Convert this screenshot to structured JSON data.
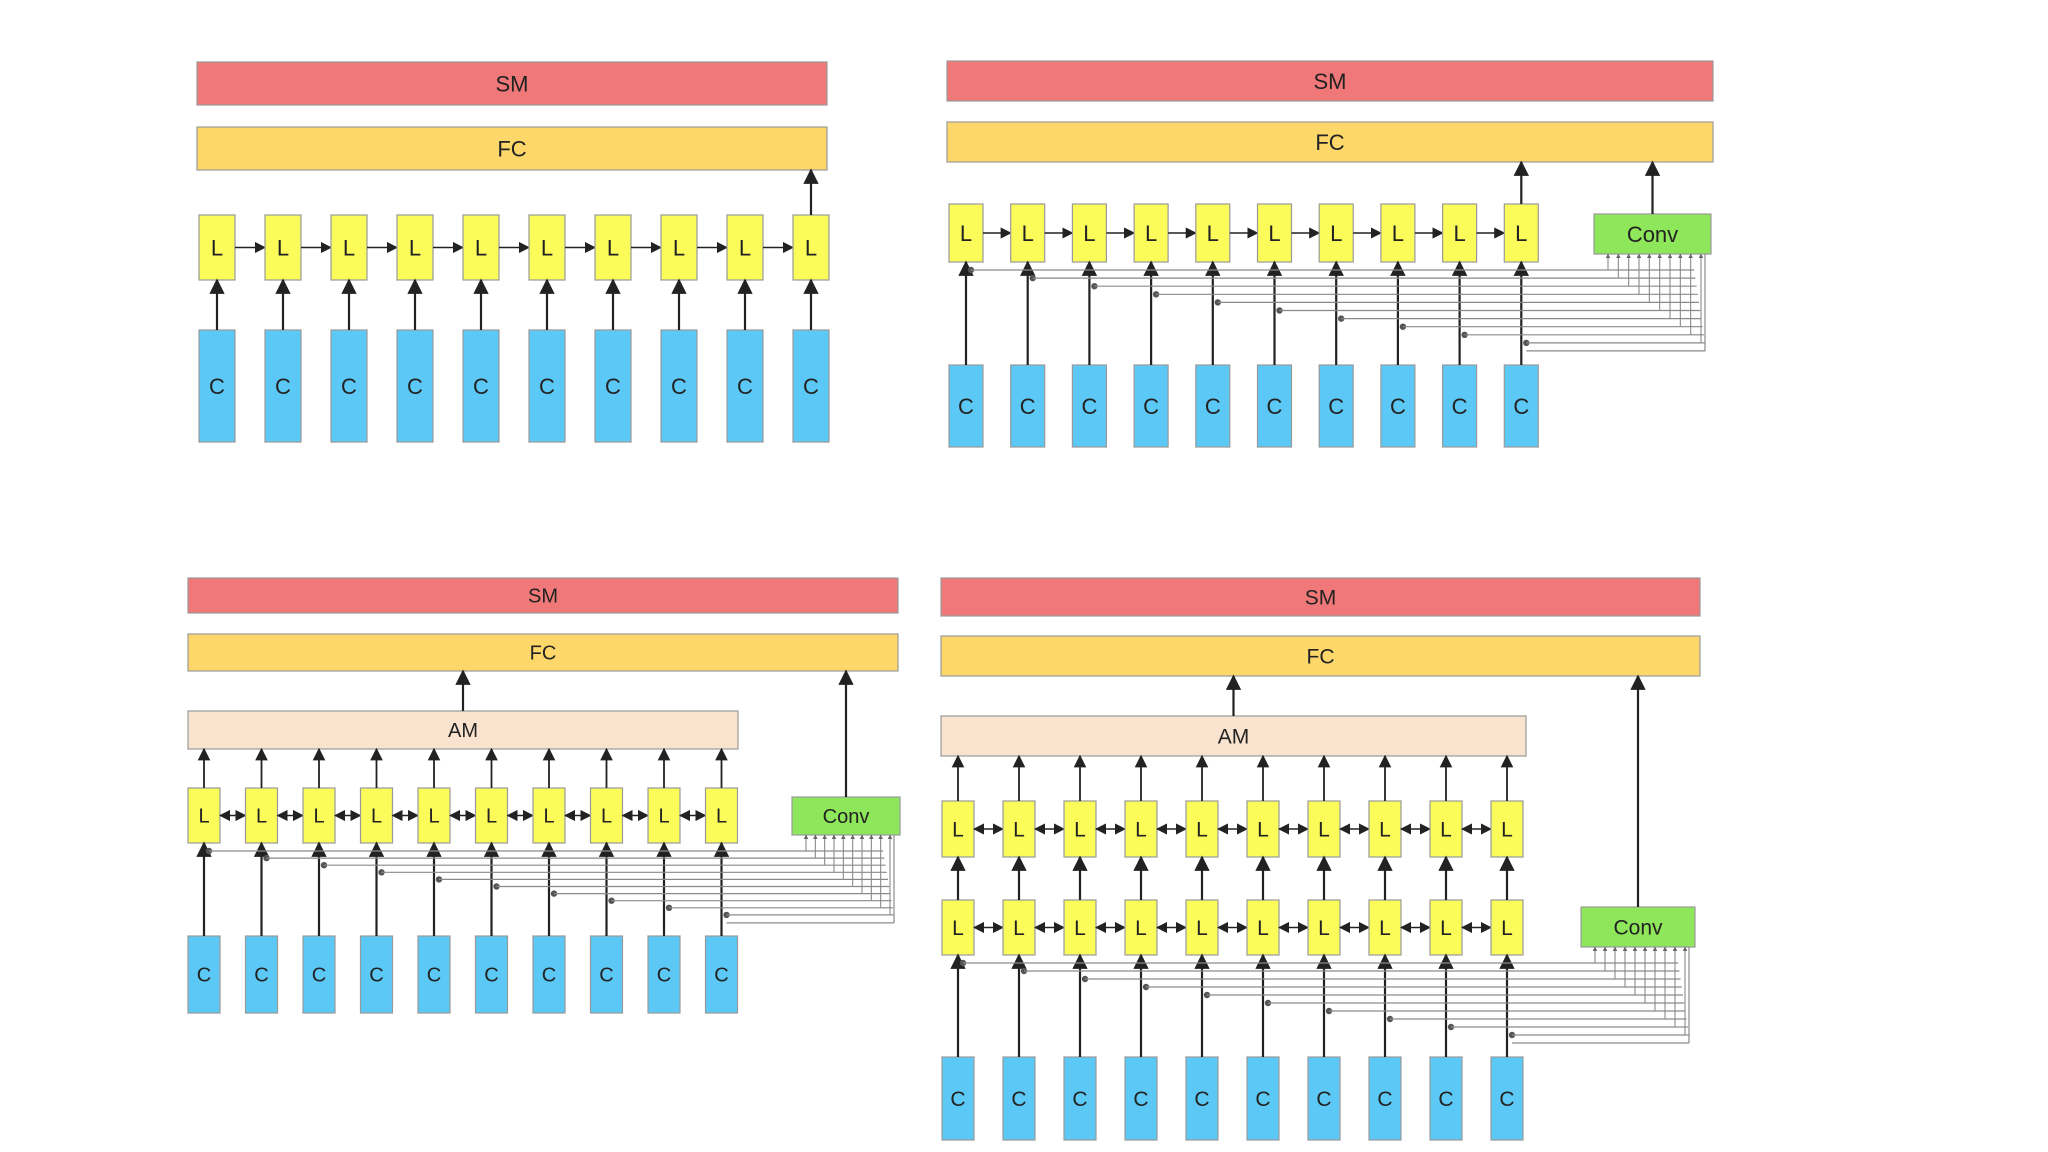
{
  "labels": {
    "sm": "SM",
    "fc": "FC",
    "lstm": "L",
    "cnn": "C",
    "conv": "Conv",
    "attention": "AM"
  },
  "colors": {
    "sm": "#f07878",
    "fc": "#fdd76a",
    "lstm": "#fbfb5a",
    "cnn": "#5bc8f5",
    "conv": "#8ee65a",
    "attention": "#f9e3cf",
    "line": "#222222",
    "thin_line": "#8a8a8a"
  },
  "panels": [
    {
      "id": "panel-1",
      "units": 10,
      "bidirectional": false,
      "conv": false,
      "attention": false,
      "lstm_layers": 1
    },
    {
      "id": "panel-2",
      "units": 10,
      "bidirectional": false,
      "conv": true,
      "attention": false,
      "lstm_layers": 1
    },
    {
      "id": "panel-3",
      "units": 10,
      "bidirectional": true,
      "conv": true,
      "attention": true,
      "lstm_layers": 1
    },
    {
      "id": "panel-4",
      "units": 10,
      "bidirectional": true,
      "conv": true,
      "attention": true,
      "lstm_layers": 2
    }
  ]
}
